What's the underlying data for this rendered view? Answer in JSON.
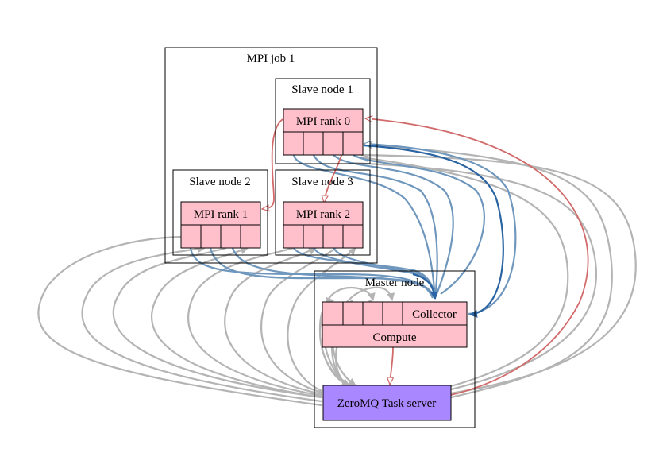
{
  "clusters": {
    "mpi_job": "MPI job 1",
    "slave1": "Slave node 1",
    "slave2": "Slave node 2",
    "slave3": "Slave node 3",
    "master": "Master node"
  },
  "nodes": {
    "rank0": "MPI rank 0",
    "rank1": "MPI rank 1",
    "rank2": "MPI rank 2",
    "collector": "Collector",
    "compute": "Compute",
    "task_server": "ZeroMQ Task server"
  },
  "colors": {
    "node_fill": "#ffc0cb",
    "server_fill": "#a887ff",
    "edge_gray": "#b4b4b4",
    "edge_blue": "#6f97bd",
    "edge_blue_dark": "#2b64a3",
    "edge_red": "#d26a6a"
  }
}
